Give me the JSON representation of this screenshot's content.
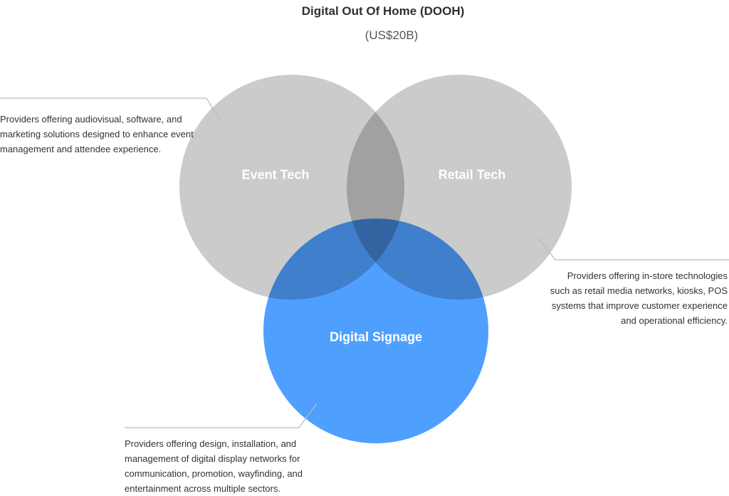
{
  "header": {
    "title": "Digital Out Of Home (DOOH)",
    "subtitle": "(US$20B)"
  },
  "colors": {
    "gray": "#cbcbcb",
    "blue": "#4f9fff",
    "leader": "#bbbbbb"
  },
  "sets": [
    {
      "label": "Event Tech",
      "description": "Providers offering audiovisual, software, and marketing solutions designed to enhance event management and attendee experience."
    },
    {
      "label": "Retail Tech",
      "description": "Providers offering in-store technologies such as retail media networks, kiosks, POS systems that improve customer experience and operational efficiency."
    },
    {
      "label": "Digital Signage",
      "description": "Providers offering design, installation, and management of digital display networks for communication, promotion, wayfinding, and entertainment across multiple sectors."
    }
  ]
}
